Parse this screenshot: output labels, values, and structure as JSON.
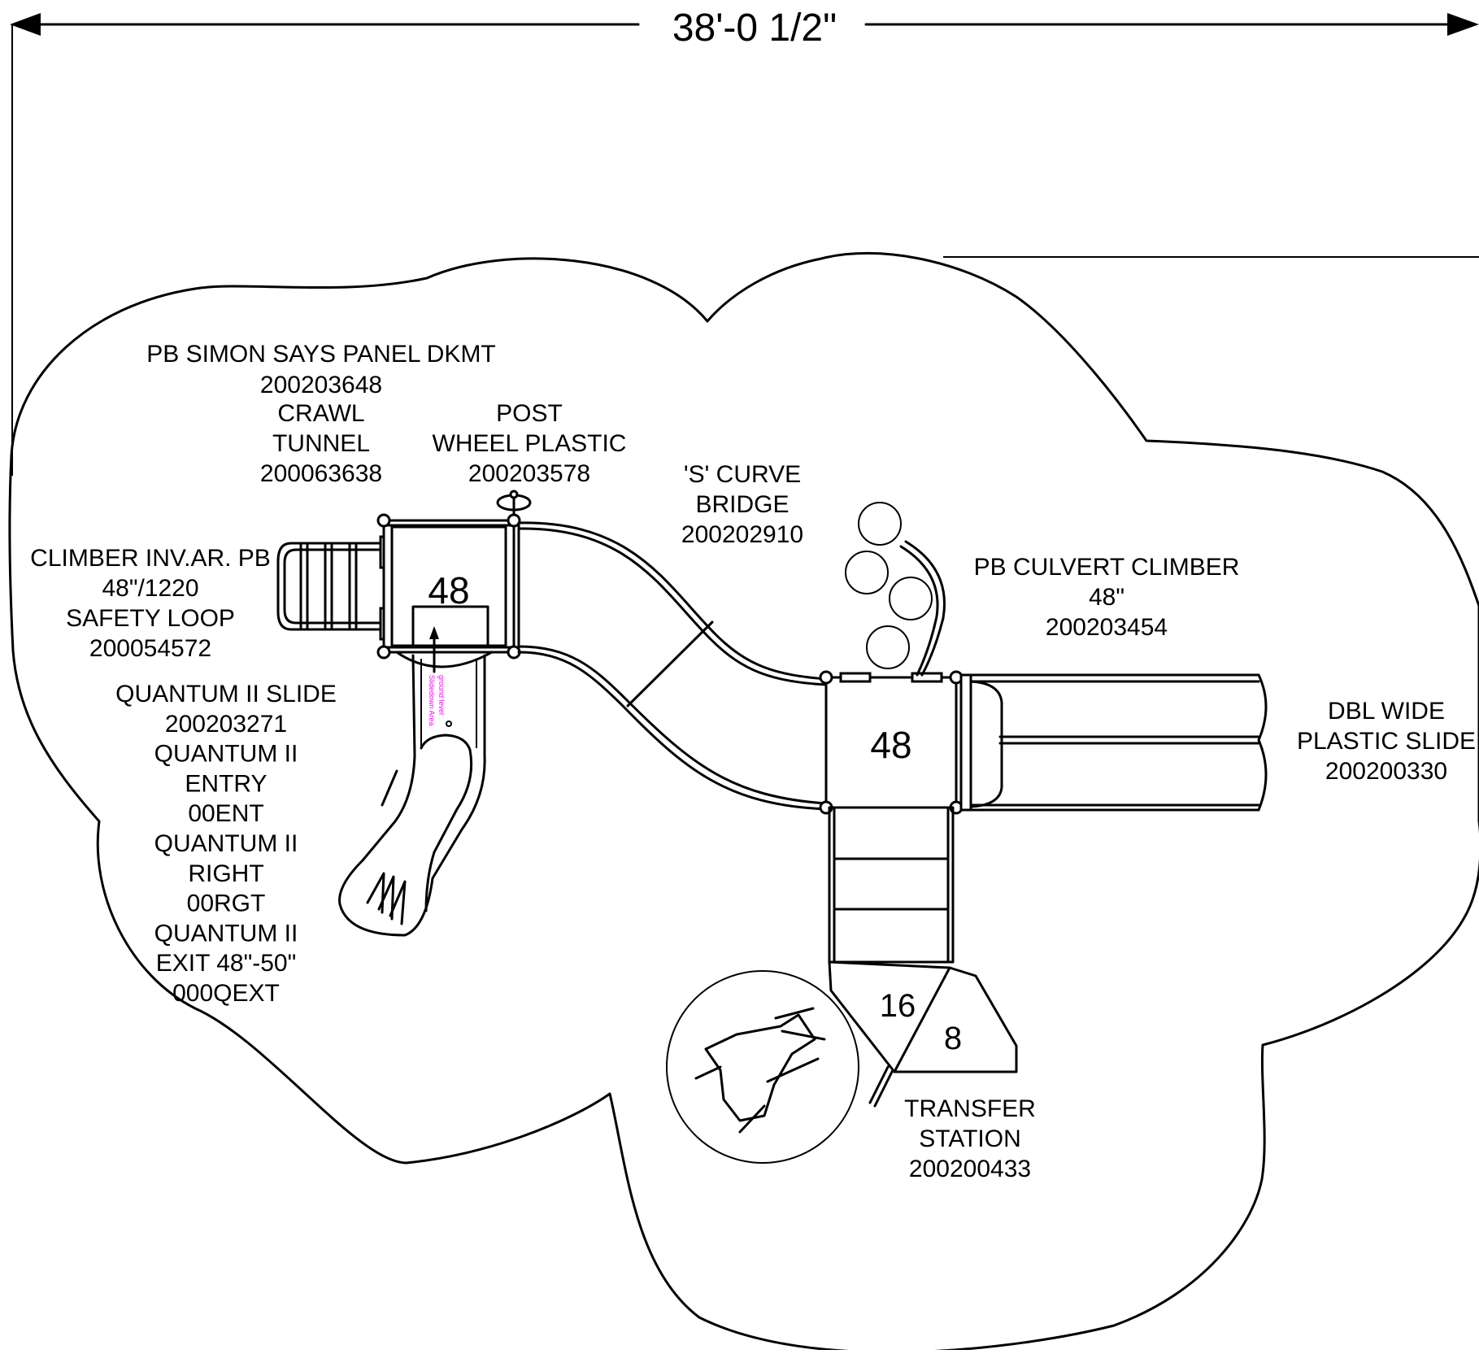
{
  "dimension": {
    "overall_width": "38'-0 1/2\""
  },
  "decks": {
    "left_deck_height": "48",
    "right_deck_height": "48",
    "step_high": "16",
    "step_low": "8"
  },
  "markup": {
    "ground_level_note_1": "ground level",
    "ground_level_note_2": "Slidedown Area"
  },
  "components": [
    {
      "id": "simon_says",
      "lines": [
        "PB SIMON SAYS PANEL DKMT",
        "200203648"
      ]
    },
    {
      "id": "crawl_tunnel",
      "lines": [
        "CRAWL",
        "TUNNEL",
        "200063638"
      ]
    },
    {
      "id": "post_wheel",
      "lines": [
        "POST",
        "WHEEL PLASTIC",
        "200203578"
      ]
    },
    {
      "id": "s_curve_bridge",
      "lines": [
        "'S' CURVE",
        "BRIDGE",
        "200202910"
      ]
    },
    {
      "id": "culvert_climber",
      "lines": [
        "PB CULVERT CLIMBER",
        "48\"",
        "200203454"
      ]
    },
    {
      "id": "climber_inv",
      "lines": [
        "CLIMBER INV.AR. PB",
        "48\"/1220",
        "SAFETY LOOP",
        "200054572"
      ]
    },
    {
      "id": "quantum_slide",
      "lines": [
        "QUANTUM II SLIDE",
        "200203271",
        "QUANTUM II",
        "ENTRY",
        "00ENT",
        "QUANTUM II",
        "RIGHT",
        "00RGT",
        "QUANTUM II",
        "EXIT 48\"-50\"",
        "000QEXT"
      ]
    },
    {
      "id": "dbl_wide_slide",
      "lines": [
        "DBL WIDE",
        "PLASTIC SLIDE",
        "200200330"
      ]
    },
    {
      "id": "transfer_station",
      "lines": [
        "TRANSFER",
        "STATION",
        "200200433"
      ]
    }
  ]
}
